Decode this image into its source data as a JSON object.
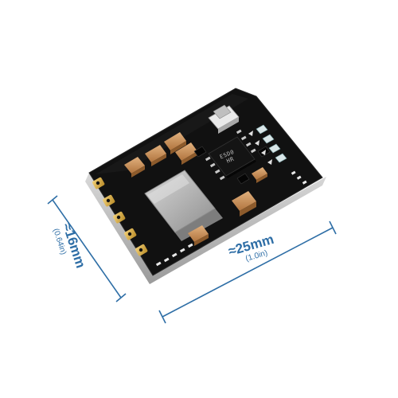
{
  "dimensions": {
    "width": {
      "main": "≈25mm",
      "sub": "(1.0in)"
    },
    "height": {
      "main": "≈16mm",
      "sub": "(0.64in)"
    }
  },
  "chip": {
    "marking_line1": "ESD0",
    "marking_line2": "HR"
  },
  "colors": {
    "dimension_line": "#2e6ea6",
    "pcb": "#111111",
    "gold_pad": "#d4a53a",
    "shield": "#b9b9b9",
    "capacitor": "#c98b52"
  }
}
